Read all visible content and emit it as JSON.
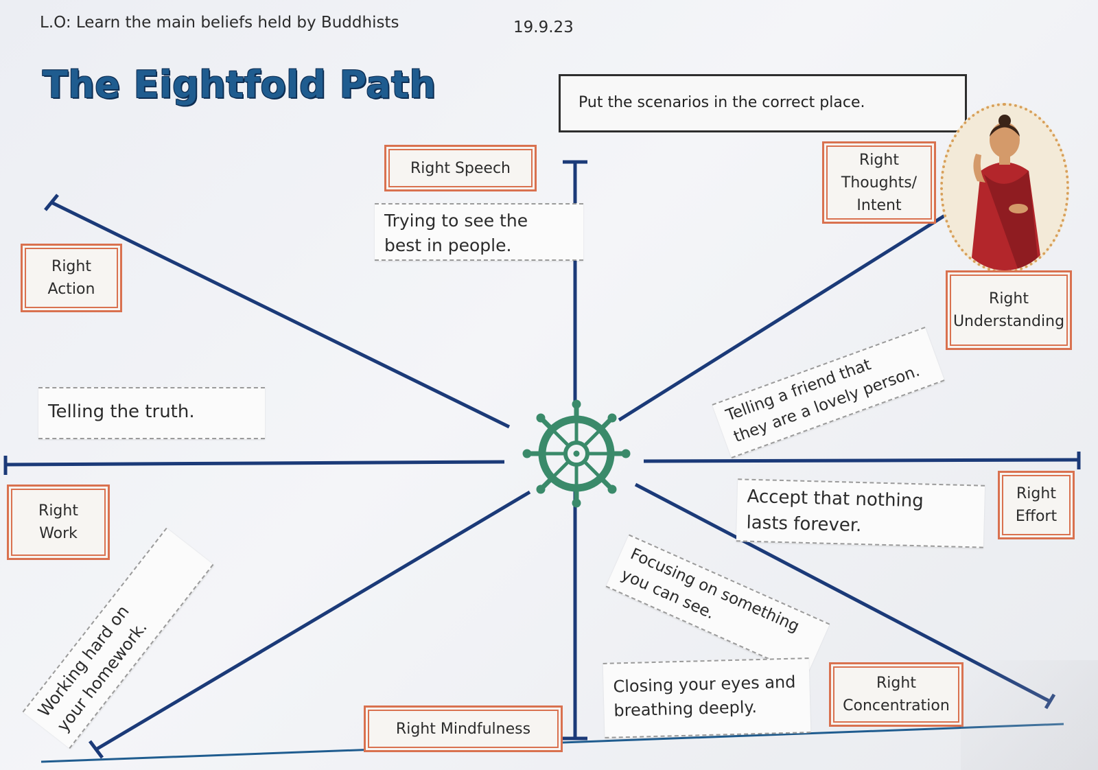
{
  "header": {
    "learning_objective": "L.O: Learn the main beliefs held by Buddhists",
    "date": "19.9.23"
  },
  "title": "The Eightfold Path",
  "instruction": "Put the scenarios in the correct place.",
  "labels": {
    "right_speech": "Right Speech",
    "right_thoughts": "Right\nThoughts/\nIntent",
    "right_action": "Right\nAction",
    "right_understanding": "Right\nUnderstanding",
    "right_work": "Right\nWork",
    "right_effort": "Right\nEffort",
    "right_mindfulness": "Right Mindfulness",
    "right_concentration": "Right\nConcentration"
  },
  "scenarios": {
    "see_best": "Trying to see the\nbest in people.",
    "truth": "Telling the truth.",
    "lovely_person": "Telling a friend that\nthey are a lovely person.",
    "nothing_lasts": "Accept that nothing\nlasts forever.",
    "homework": "Working hard on\nyour homework.",
    "focusing": "Focusing on something\nyou can see.",
    "closing_eyes": "Closing your eyes and\nbreathing deeply."
  },
  "colors": {
    "spoke": "#1b3a78",
    "wheel": "#3a8a6a",
    "label_border": "#d9714f",
    "title": "#1f5c8f"
  },
  "icons": {
    "wheel": "dharma-wheel-icon",
    "buddha": "buddha-figure-icon"
  }
}
